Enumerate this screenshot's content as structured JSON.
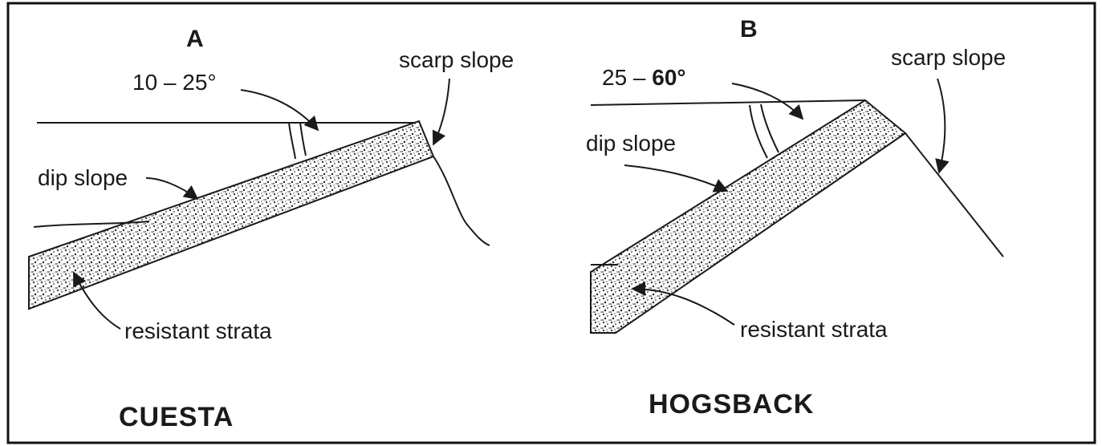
{
  "panel_a": {
    "letter": "A",
    "angle_prefix": "10 – 25°",
    "scarp_label": "scarp slope",
    "dip_label": "dip slope",
    "strata_label": "resistant strata",
    "name": "CUESTA"
  },
  "panel_b": {
    "letter": "B",
    "angle_prefix": "25 – ",
    "angle_bold": "60°",
    "scarp_label": "scarp slope",
    "dip_label": "dip slope",
    "strata_label": "resistant strata",
    "name": "HOGSBACK"
  },
  "colors": {
    "ink": "#1a1a1a",
    "border": "#111111",
    "background": "#ffffff"
  }
}
